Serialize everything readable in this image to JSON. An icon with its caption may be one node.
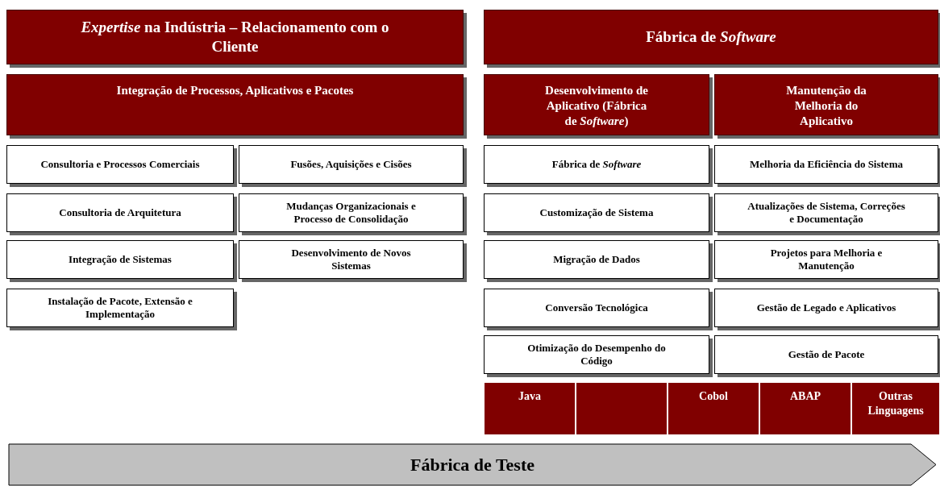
{
  "diagram": {
    "nodes": [
      {
        "text": [
          "*Expertise* na Indústria – Relacionamento com o Cliente"
        ]
      },
      {
        "text": [
          "Integração de Processos, Aplicativos e Pacotes"
        ]
      },
      {
        "text": [
          "Consultoria e Processos Comerciais"
        ]
      },
      {
        "text": [
          "Fusões, Aquisições e Cisões"
        ]
      },
      {
        "text": [
          "Consultoria de Arquitetura"
        ]
      },
      {
        "text": [
          "Mudanças Organizacionais e Processo de Consolidação"
        ]
      },
      {
        "text": [
          "Integração de Sistemas"
        ]
      },
      {
        "text": [
          "Desenvolvimento de Novos Sistemas"
        ]
      },
      {
        "text": [
          "Instalação de Pacote, Extensão e Implementação"
        ]
      },
      {
        "text": [
          "Fábrica de *Software*"
        ]
      },
      {
        "text": [
          "Desenvolvimento de Aplicativo (Fábrica de *Software*)"
        ]
      },
      {
        "text": [
          "Manutenção da Melhoria do Aplicativo"
        ]
      },
      {
        "text": [
          "Fábrica de *Software*"
        ]
      },
      {
        "text": [
          "Melhoria da Eficiência do Sistema"
        ]
      },
      {
        "text": [
          "Customização de Sistema"
        ]
      },
      {
        "text": [
          "Atualizações de Sistema, Correções e Documentação"
        ]
      },
      {
        "text": [
          "Migração de Dados"
        ]
      },
      {
        "text": [
          "Projetos para Melhoria e Manutenção"
        ]
      },
      {
        "text": [
          "Conversão Tecnológica"
        ]
      },
      {
        "text": [
          "Gestão de Legado e Aplicativos"
        ]
      },
      {
        "text": [
          "Otimização do Desempenho do Código"
        ]
      },
      {
        "text": [
          "Gestão de Pacote"
        ]
      },
      {
        "text": [
          "Java"
        ]
      },
      {
        "text": [],
        "shape": "box"
      },
      {
        "text": [
          "Cobol"
        ]
      },
      {
        "text": [
          "ABAP"
        ]
      },
      {
        "text": [
          "Outras Linguagens"
        ]
      },
      {
        "text": [
          "Fábrica de Teste"
        ]
      }
    ],
    "edges": []
  }
}
